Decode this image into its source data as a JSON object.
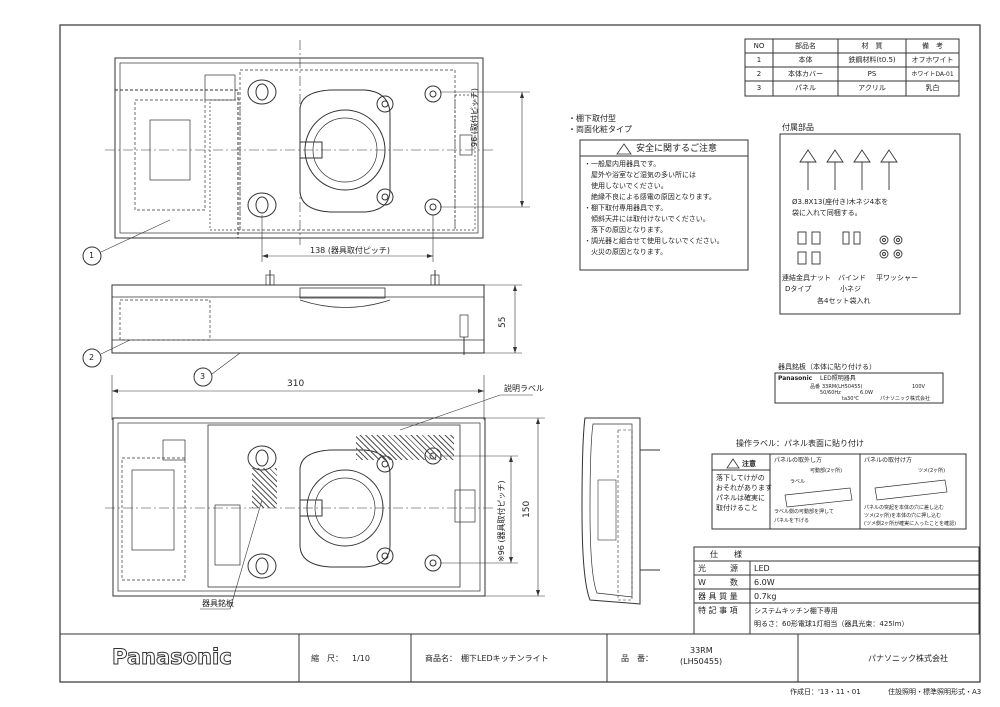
{
  "parts_table": {
    "headers": [
      "NO",
      "部品名",
      "材　質",
      "備　考"
    ],
    "rows": [
      [
        "1",
        "本体",
        "鉄鋼材料(t0.5)",
        "オフホワイト"
      ],
      [
        "2",
        "本体カバー",
        "PS",
        "ホワイトDA-01"
      ],
      [
        "3",
        "パネル",
        "アクリル",
        "乳白"
      ]
    ]
  },
  "features": [
    "・棚下取付型",
    "・両面化粧タイプ"
  ],
  "safety": {
    "title": "安全に関するご注意",
    "lines": [
      "・一般屋内用器具です。",
      "屋外や浴室など湿気の多い所には",
      "使用しないでください。",
      "絶縁不良による感電の原因となります。",
      "・棚下取付専用器具です。",
      "傾斜天井には取付けないでください。",
      "落下の原因となります。",
      "・調光器と組合せて使用しないでください。",
      "火災の原因となります。"
    ]
  },
  "accessories": {
    "title": "付属部品",
    "screw_note_1": "Ø3.8X13(座付き)木ネジ4本を",
    "screw_note_2": "袋に入れて同梱する。",
    "label_nut": "連結金具ナット",
    "label_dtype": "Dタイプ",
    "label_bind": "バインド",
    "label_small_screw": "小ネジ",
    "label_washer": "平ワッシャー",
    "label_bag": "各4セット袋入れ"
  },
  "nameplate": {
    "title": "器具銘板（本体に貼り付ける）",
    "brand": "Panasonic",
    "product": "LED照明器具",
    "model_label": "品番",
    "model": "33RM(LH50455)",
    "voltage": "100V",
    "power": "6.0W",
    "freq": "50/60Hz",
    "temp": "ta30℃",
    "maker": "パナソニック株式会社"
  },
  "op_label": {
    "title": "操作ラベル：パネル表面に貼り付け",
    "caution": "注意",
    "caution_text": [
      "落下してけがの",
      "おそれがあります",
      "パネルは確実に",
      "取付けること"
    ],
    "remove_title": "パネルの取外し方",
    "attach_title": "パネルの取付け方",
    "remove_steps": [
      "ラベル側の可動部を押して",
      "パネルを下げる"
    ],
    "attach_steps": [
      "パネルの突起を本体の穴に差し込む",
      "ツメ(2ヶ所)を本体の穴に押し込む",
      "(ツメ側2ヶ所が確実に入ったことを確認)"
    ],
    "part_label": "ラベル",
    "part_claw": "ツメ(2ヶ所)",
    "part_hook": "可動部(2ヶ所)"
  },
  "dimensions": {
    "d96_top": "96 (取付ピッチ)",
    "d138": "138 (器具取付ピッチ)",
    "d55": "55",
    "d310": "310",
    "d150": "150",
    "d96_bottom": "※96 (器具取付ピッチ)",
    "label_explain": "説明ラベル",
    "label_nameplate": "器具銘板",
    "callouts": [
      "1",
      "2",
      "3"
    ]
  },
  "specs": {
    "title": "仕　　様",
    "rows": [
      [
        "光　　　源",
        "LED"
      ],
      [
        "W　　　数",
        "6.0W"
      ],
      [
        "器 具 質 量",
        "0.7kg"
      ],
      [
        "特 記 事 項",
        "システムキッチン棚下専用"
      ]
    ],
    "note": "明るさ：60形電球1灯相当（器具光束：425lm）"
  },
  "title_block": {
    "logo": "Panasonic",
    "scale_label": "縮　尺：",
    "scale": "1/10",
    "product_label": "商品名：",
    "product": "棚下LEDキッチンライト",
    "model_label": "品　番：",
    "model_1": "33RM",
    "model_2": "(LH50455)",
    "company": "パナソニック株式会社"
  },
  "footer": {
    "date": "作成日：'13・11・01",
    "company_note": "住設照明・標準照明形式・A3"
  }
}
